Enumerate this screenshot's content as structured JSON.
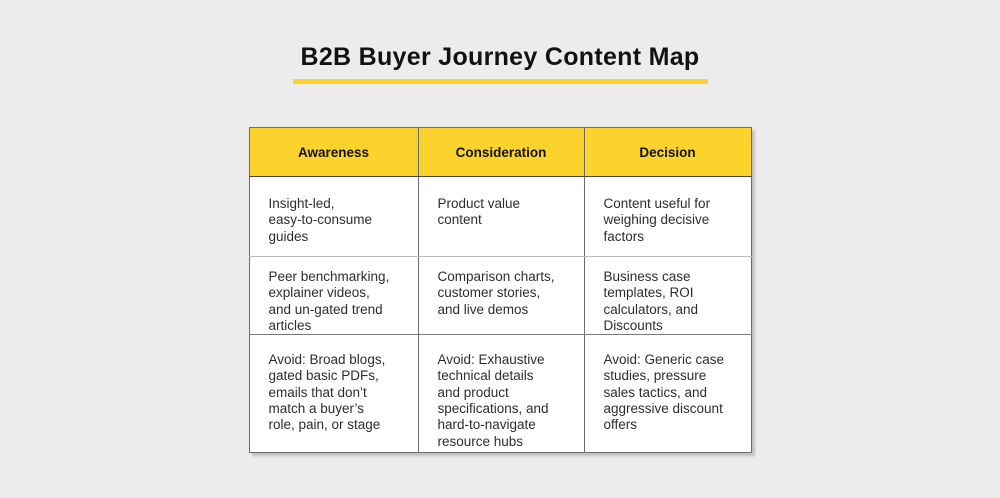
{
  "title": {
    "text": "B2B Buyer Journey Content Map"
  },
  "colors": {
    "accent_yellow": "#FCD32D",
    "background": "#ECECEC",
    "header_text": "#121212",
    "body_text": "#2D2D2D"
  },
  "table": {
    "headers": [
      "Awareness",
      "Consideration",
      "Decision"
    ],
    "rows": [
      [
        "Insight-led,\neasy-to-consume\nguides",
        "Product value\ncontent",
        "Content useful for\nweighing decisive\nfactors"
      ],
      [
        "Peer benchmarking,\nexplainer videos,\nand un-gated trend\narticles",
        "Comparison charts,\ncustomer stories,\nand live demos",
        "Business case\ntemplates, ROI\ncalculators, and\nDiscounts"
      ],
      [
        "Avoid: Broad blogs,\ngated basic PDFs,\nemails that don’t\nmatch a buyer’s\nrole, pain, or stage",
        "Avoid: Exhaustive\ntechnical details\nand product\nspecifications, and\nhard-to-navigate\nresource hubs",
        "Avoid: Generic case\nstudies, pressure\nsales tactics, and\naggressive discount\noffers"
      ]
    ]
  }
}
